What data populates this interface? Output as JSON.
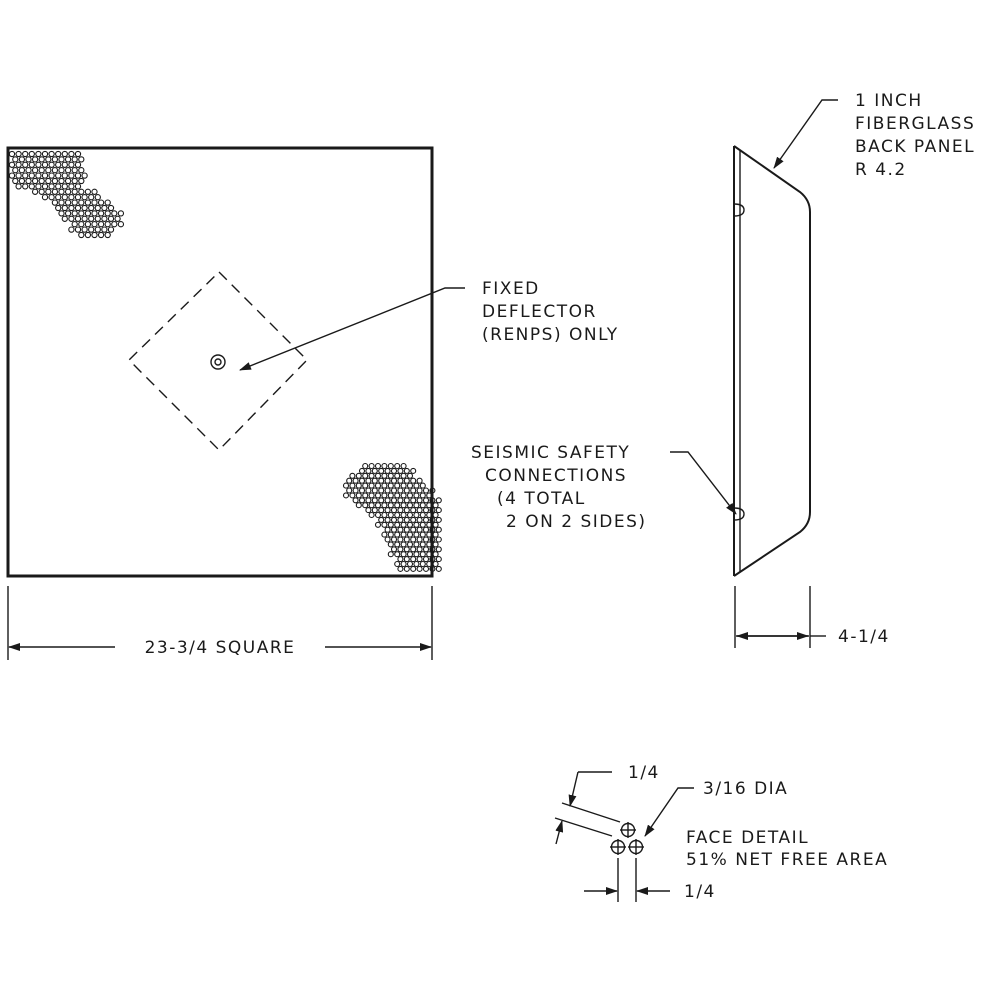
{
  "labels": {
    "back_panel": [
      "1 INCH",
      "FIBERGLASS",
      "BACK PANEL",
      "R 4.2"
    ],
    "deflector": [
      "FIXED",
      "DEFLECTOR",
      "(RENPS) ONLY"
    ],
    "seismic": [
      "SEISMIC SAFETY",
      "CONNECTIONS",
      "(4 TOTAL",
      "2 ON 2 SIDES)"
    ],
    "width_dim": "23-3/4 SQUARE",
    "depth_dim": "4-1/4",
    "spacing_dim": "1/4",
    "hole_dia": "3/16 DIA",
    "pitch_dim": "1/4",
    "face_detail": [
      "FACE DETAIL",
      "51% NET FREE AREA"
    ]
  },
  "colors": {
    "ink": "#1a1a1a",
    "background": "#ffffff"
  }
}
